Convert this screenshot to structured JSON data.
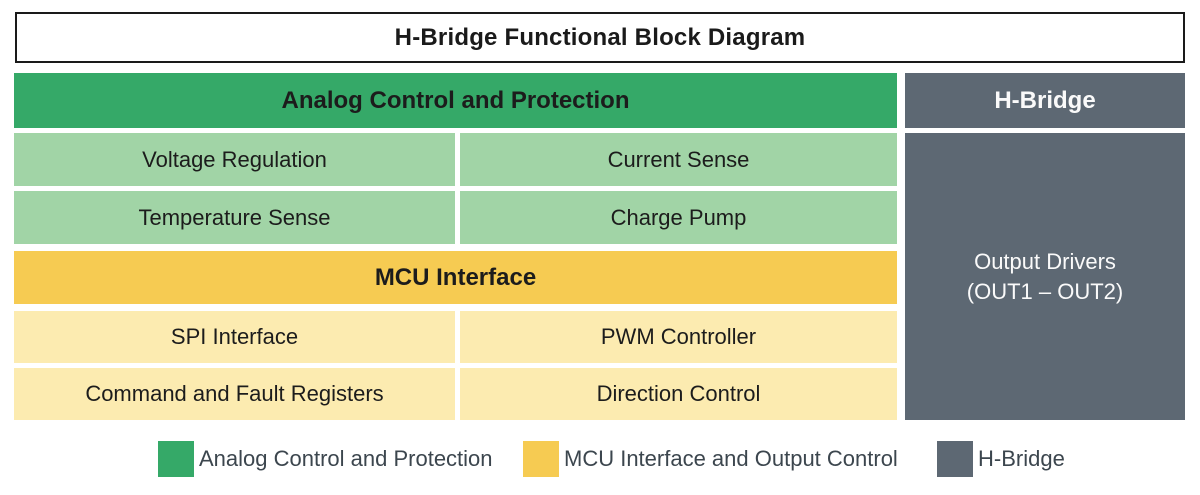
{
  "title": "H-Bridge Functional Block Diagram",
  "colors": {
    "analog_green": "#35a968",
    "analog_light_green": "#a1d4a6",
    "mcu_yellow": "#f6cb52",
    "mcu_light_yellow": "#fcebb0",
    "hbridge_gray": "#5d6873",
    "title_border": "#1a1a1a",
    "block_text": "#1c1c1c",
    "inverse_text": "#fafafa",
    "legend_text": "#3c464e"
  },
  "diagram": {
    "analog_section": {
      "header": "Analog Control and Protection",
      "blocks": [
        "Voltage Regulation",
        "Current Sense",
        "Temperature Sense",
        "Charge Pump"
      ]
    },
    "mcu_section": {
      "header": "MCU Interface",
      "blocks": [
        "SPI Interface",
        "PWM Controller",
        "Command and Fault Registers",
        "Direction Control"
      ]
    },
    "hbridge_section": {
      "header": "H-Bridge",
      "block_line1": "Output Drivers",
      "block_line2": "(OUT1 – OUT2)"
    }
  },
  "legend": {
    "items": [
      {
        "label": "Analog Control and Protection",
        "color": "#35a968"
      },
      {
        "label": "MCU Interface and Output Control",
        "color": "#f6cb52"
      },
      {
        "label": "H-Bridge",
        "color": "#5d6873"
      }
    ]
  }
}
